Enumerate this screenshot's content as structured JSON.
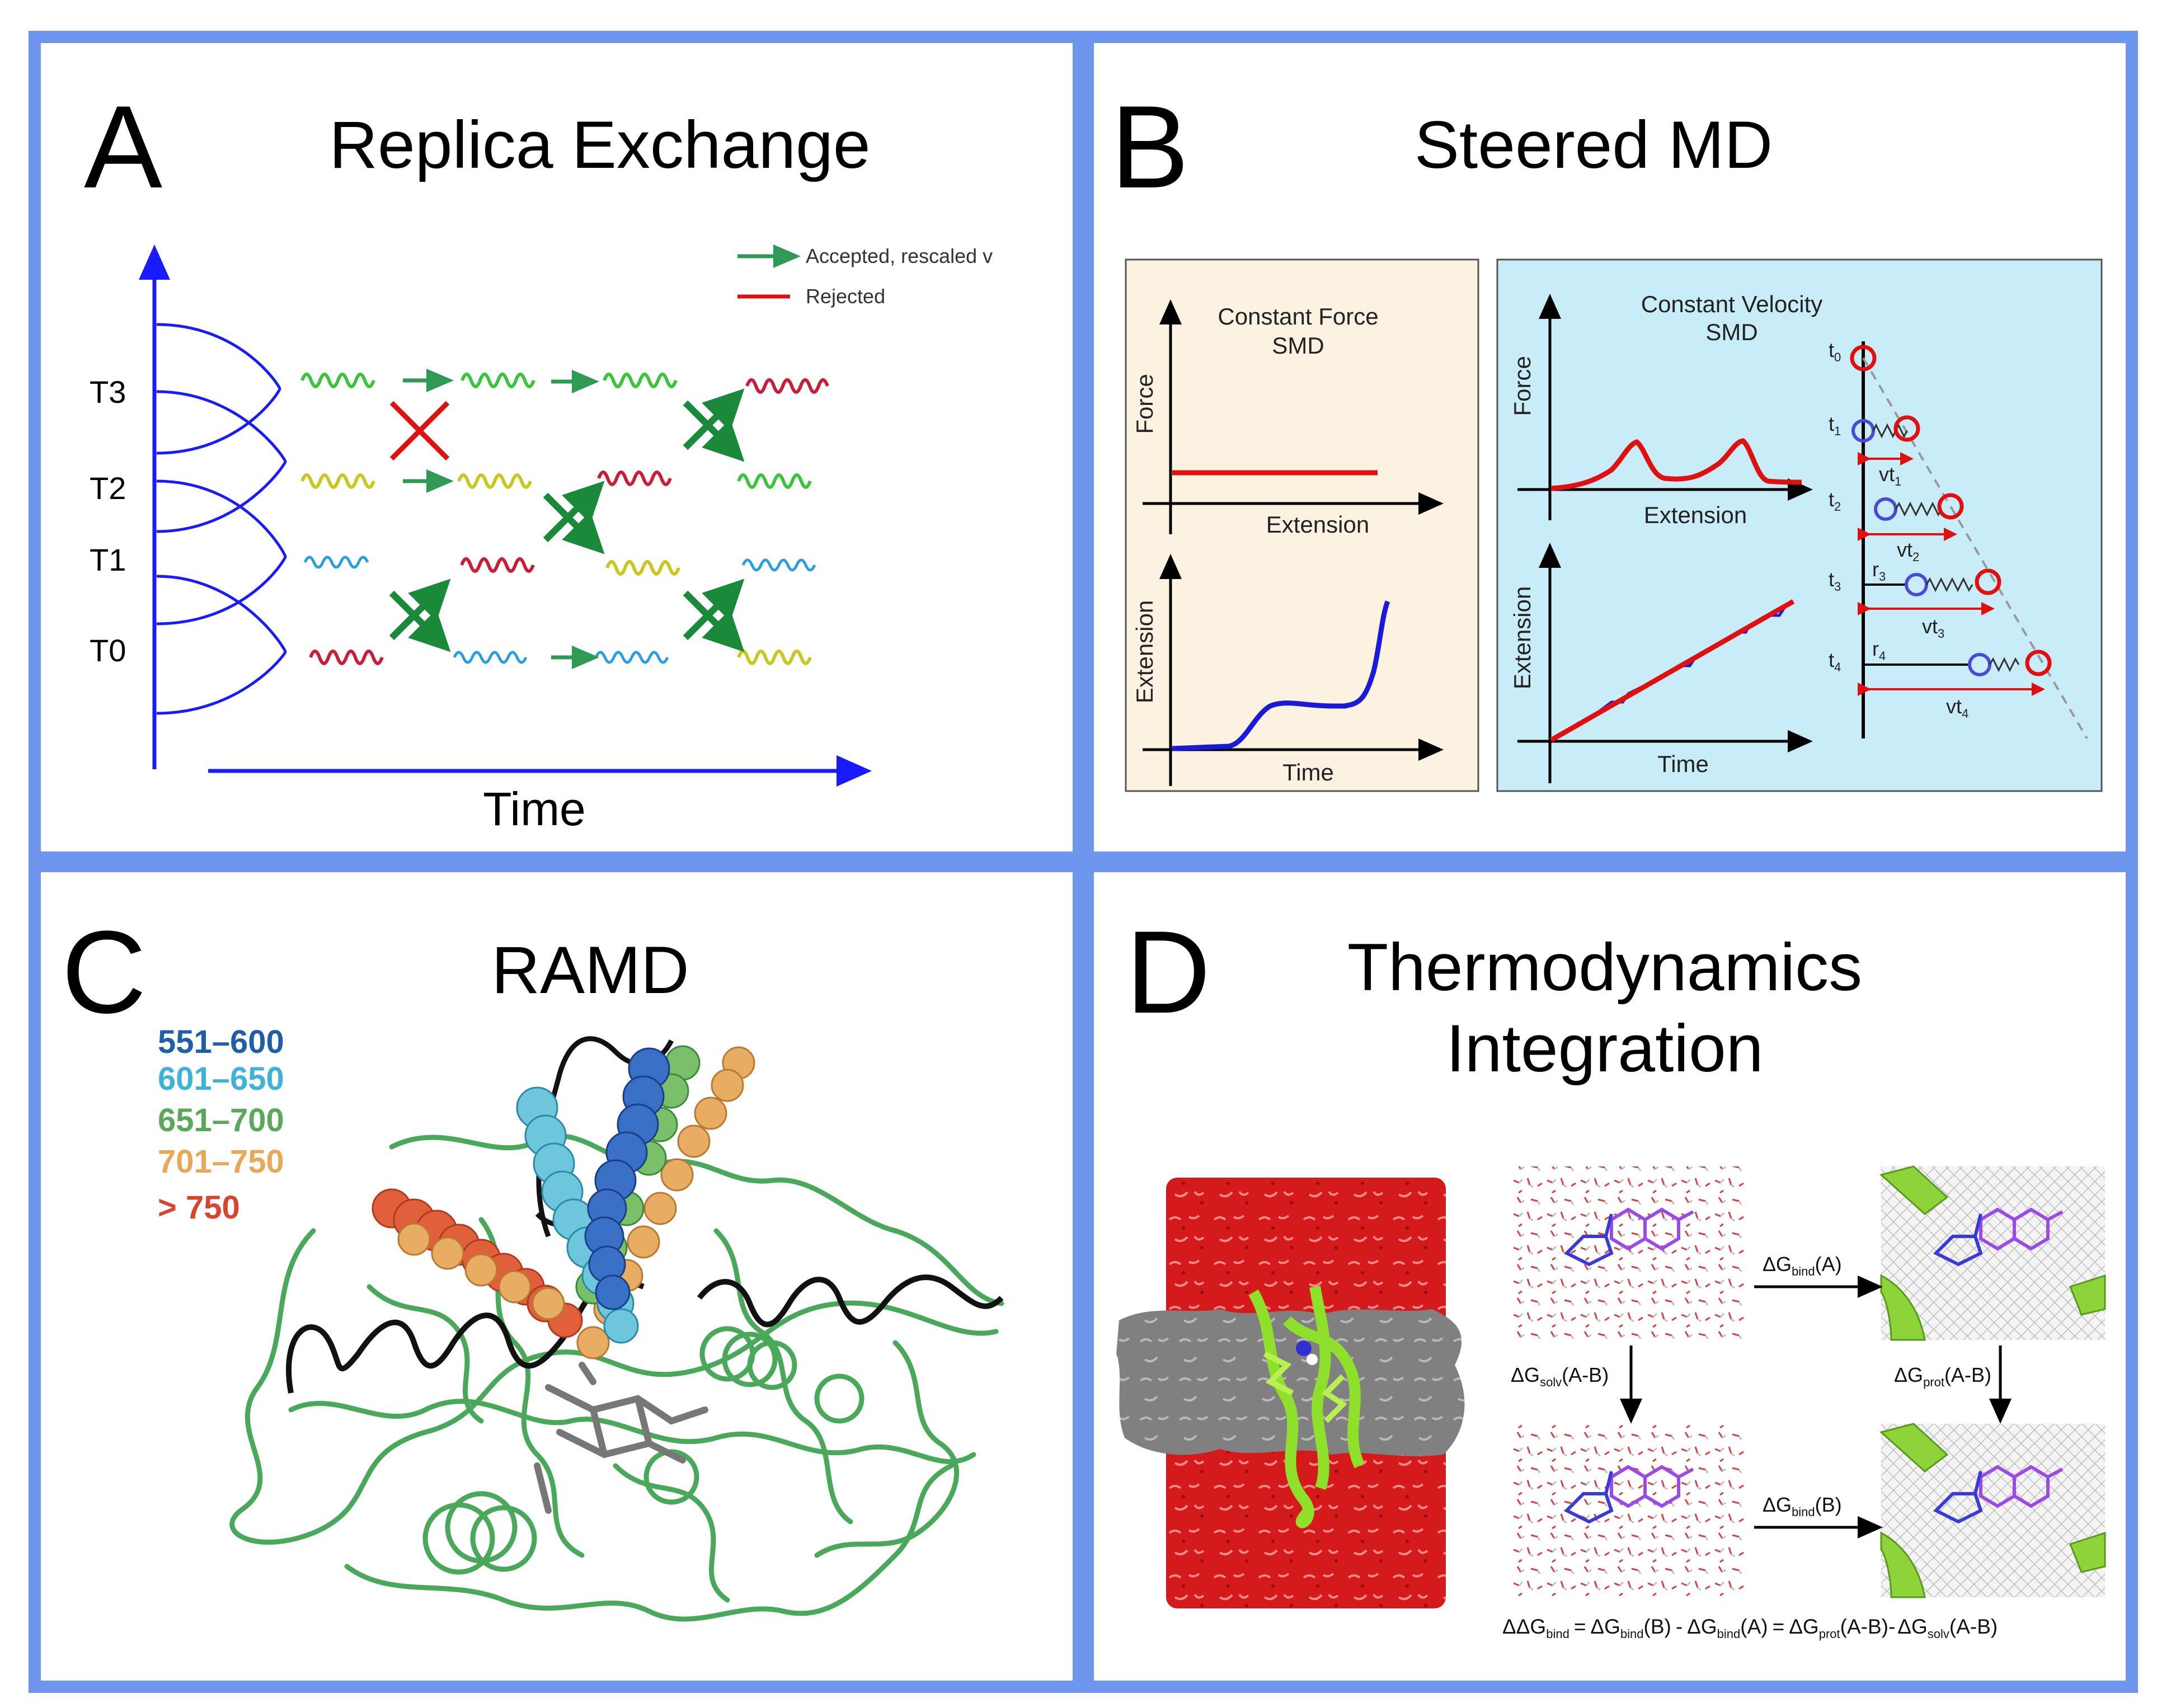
{
  "panels": {
    "a": {
      "letter": "A",
      "title": "Replica Exchange",
      "legend_accepted": "Accepted, rescaled v",
      "legend_rejected": "Rejected",
      "temps": [
        "T3",
        "T2",
        "T1",
        "T0"
      ],
      "xlabel": "Time"
    },
    "b": {
      "letter": "B",
      "title": "Steered MD",
      "cf_title_1": "Constant Force",
      "cf_title_2": "SMD",
      "cv_title_1": "Constant Velocity",
      "cv_title_2": "SMD",
      "force": "Force",
      "extension": "Extension",
      "time": "Time",
      "t_main": "t",
      "t_subs": [
        "0",
        "1",
        "2",
        "3",
        "4"
      ],
      "vt_main": "vt",
      "vt_subs": [
        "1",
        "2",
        "3",
        "4"
      ],
      "r_main": "r",
      "r_subs": [
        "3",
        "4"
      ]
    },
    "c": {
      "letter": "C",
      "title": "RAMD",
      "legend": [
        {
          "label": "551–600",
          "color": "#1f5fa8"
        },
        {
          "label": "601–650",
          "color": "#3fb2d8"
        },
        {
          "label": "651–700",
          "color": "#5aa85a"
        },
        {
          "label": "701–750",
          "color": "#e8a85a"
        },
        {
          "label": "> 750",
          "color": "#d9442c"
        }
      ]
    },
    "d": {
      "letter": "D",
      "title_1": "Thermodynamics",
      "title_2": "Integration",
      "dg": "ΔG",
      "sub_bind": "bind",
      "sub_solv": "solv",
      "sub_prot": "prot",
      "arg_a": "(A)",
      "arg_b": "(B)",
      "arg_ab": "(A-B)",
      "ddg": "ΔΔG",
      "eq": "=",
      "minus": "-"
    }
  }
}
